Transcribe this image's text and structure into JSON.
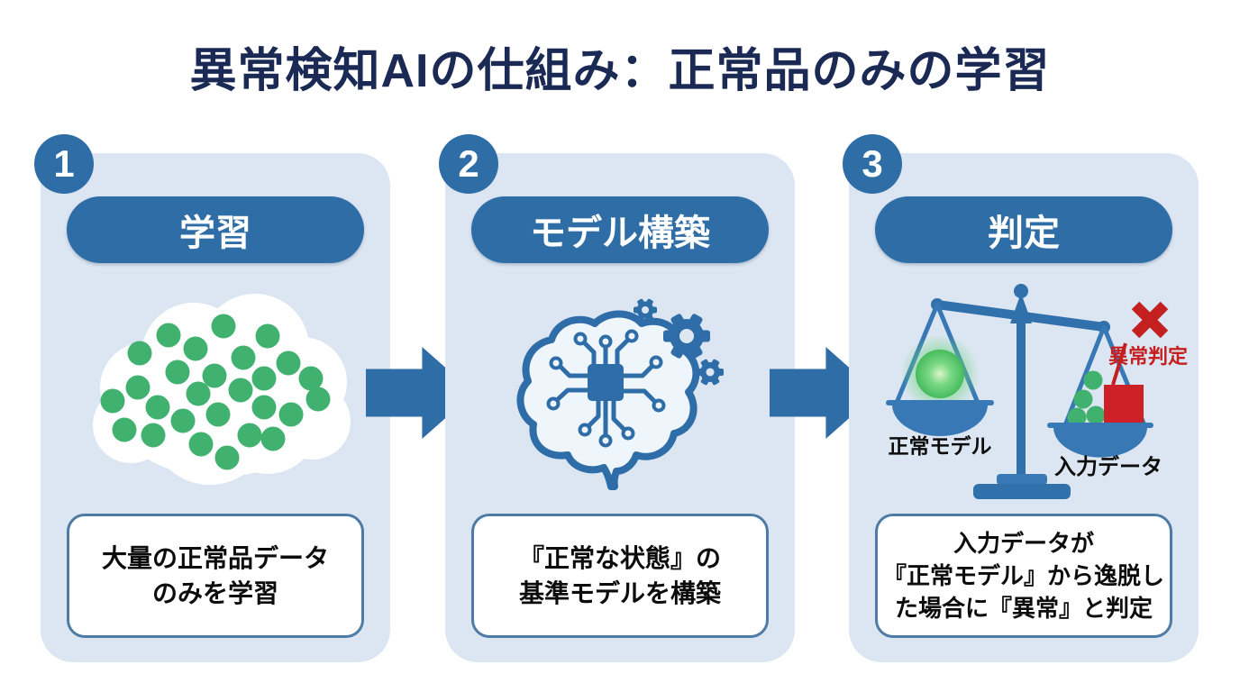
{
  "title": "異常検知AIの仕組み：正常品のみの学習",
  "colors": {
    "accent_blue": "#2e6da6",
    "panel_blue": "#dce6f2",
    "title_navy": "#1b2a55",
    "normal_green": "#41b170",
    "anomaly_red": "#c42020"
  },
  "steps": [
    {
      "number": "1",
      "header": "学習",
      "icon": "normal-data-cloud-icon",
      "dot_count": 27,
      "caption_lines": [
        "大量の正常品データ",
        "のみを学習"
      ]
    },
    {
      "number": "2",
      "header": "モデル構築",
      "icon": "brain-circuit-gears-icon",
      "caption_lines": [
        "『正常な状態』の",
        "基準モデルを構築"
      ]
    },
    {
      "number": "3",
      "header": "判定",
      "icon": "balance-scale-icon",
      "caption_lines": [
        "入力データが",
        "『正常モデル』から逸脱し",
        "た場合に『異常』と判定"
      ]
    }
  ],
  "scale": {
    "left_pan_label": "正常モデル",
    "right_pan_label": "入力データ",
    "anomaly_label": "異常判定",
    "anomaly_mark": "✕"
  }
}
